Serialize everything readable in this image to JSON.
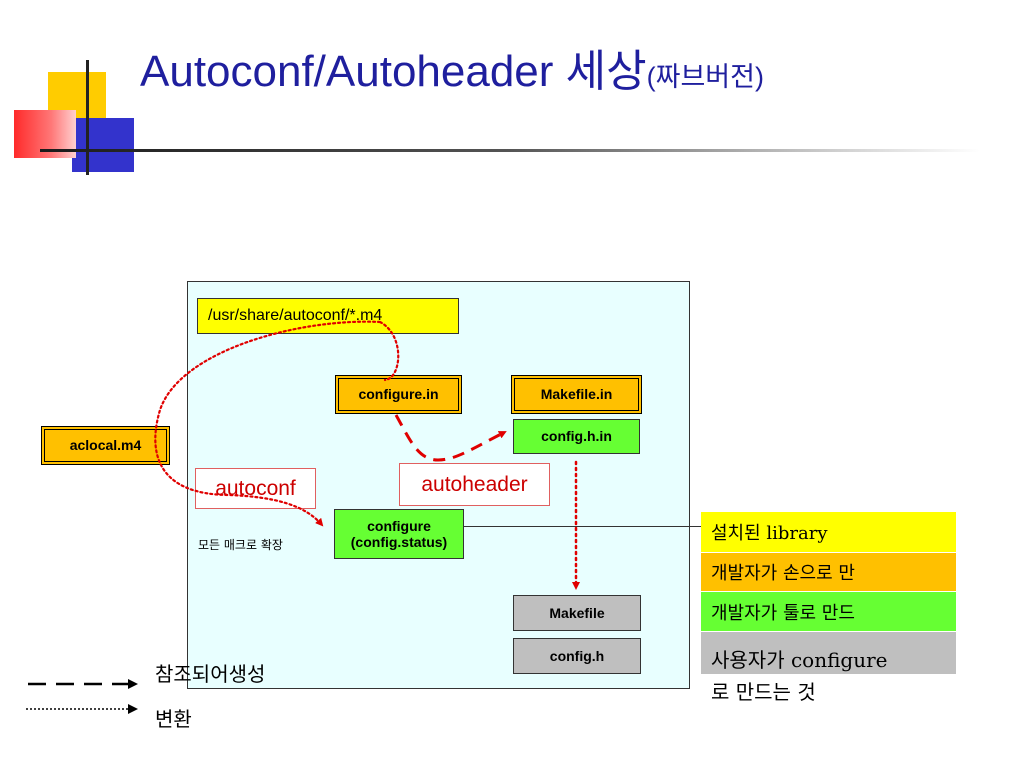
{
  "title": {
    "main": "Autoconf/Autoheader 세상",
    "sub": "(짜브버전)"
  },
  "files": {
    "m4_path": "/usr/share/autoconf/*.m4",
    "configure_in": "configure.in",
    "makefile_in": "Makefile.in",
    "config_h_in": "config.h.in",
    "aclocal": "aclocal.m4",
    "configure_line1": "configure",
    "configure_line2": "(config.status)",
    "makefile": "Makefile",
    "config_h": "config.h"
  },
  "tools": {
    "autoconf": "autoconf",
    "autoheader": "autoheader"
  },
  "notes": {
    "macro_expand": "모든 매크로 확장"
  },
  "legend": {
    "installed": "설치된 library",
    "developer": "개발자가 손으로 만",
    "tool": "개발자가 툴로 만드",
    "user_line1": "사용자가 configure",
    "user_line2": "로 만드는 것",
    "dashed": "참조되어생성",
    "dotted": "변환"
  },
  "colors": {
    "title": "#1f1f9e",
    "developer": "#ffc000",
    "tool": "#66ff33",
    "user": "#bfbfbf",
    "installed": "#ffff00",
    "panel": "#e8ffff",
    "arrow": "#e00000"
  }
}
